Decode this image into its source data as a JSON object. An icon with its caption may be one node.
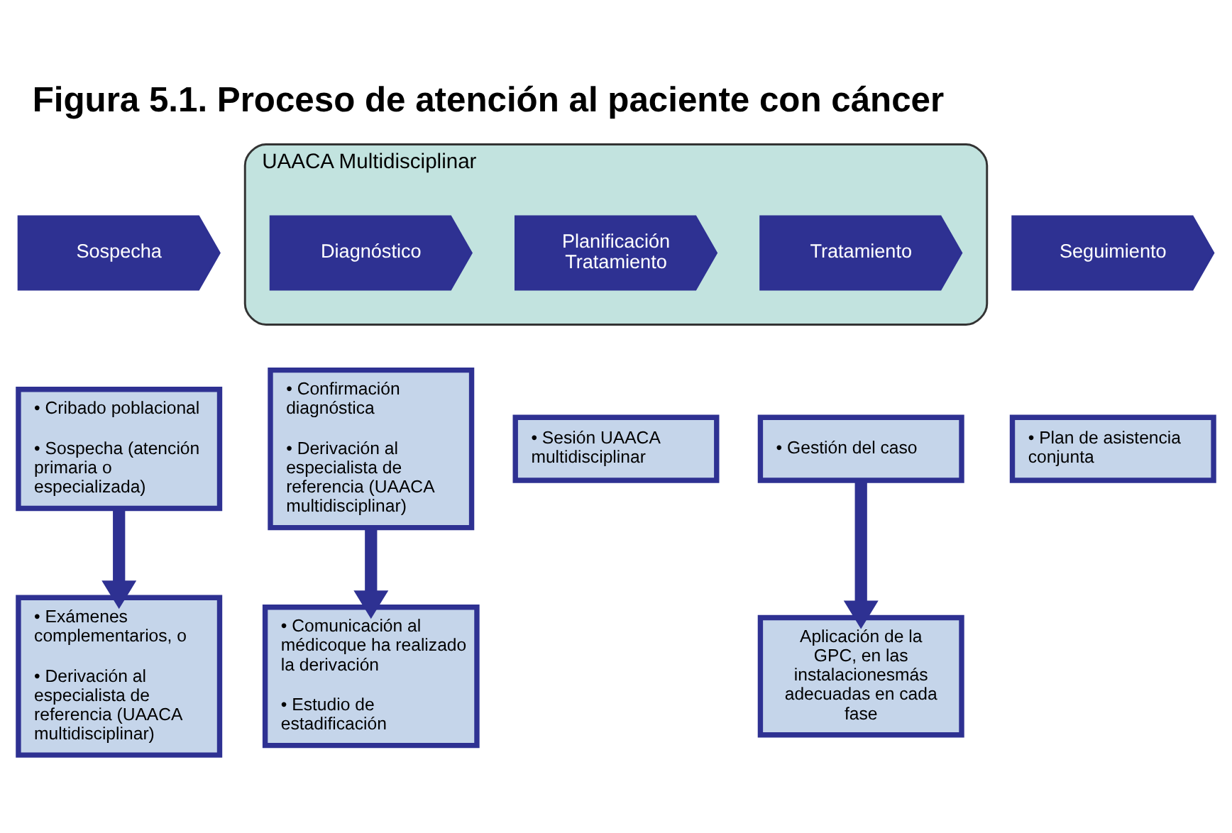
{
  "diagram": {
    "title": "Figura 5.1. Proceso de atención al paciente con cáncer",
    "nodes": [
      {
        "text": [
          "UAACA Multidisciplinar"
        ]
      },
      {
        "text": [
          "Sospecha"
        ]
      },
      {
        "text": [
          "Diagnóstico"
        ],
        "in": 0
      },
      {
        "text": [
          "Planificación Tratamiento"
        ],
        "in": 0
      },
      {
        "text": [
          "Tratamiento"
        ],
        "in": 0
      },
      {
        "text": [
          "Seguimiento"
        ]
      },
      {
        "text": [
          "• Cribado poblacional",
          "• Sospecha (atención primaria o especializada)"
        ]
      },
      {
        "text": [
          "• Confirmación diagnóstica",
          "• Derivación al especialista de referencia (UAACA multidisciplinar)"
        ]
      },
      {
        "text": [
          "• Sesión UAACA multidisciplinar"
        ]
      },
      {
        "text": [
          "• Gestión del caso"
        ]
      },
      {
        "text": [
          "• Plan de asistencia conjunta"
        ]
      },
      {
        "text": [
          "• Exámenes complementarios, o",
          "• Derivación al especialista de referencia (UAACA multidisciplinar)"
        ]
      },
      {
        "text": [
          "• Comunicación al médicoque ha realizado la derivación",
          "• Estudio de estadificación"
        ]
      },
      {
        "text": [
          "Aplicación de la GPC, en las instalacionesmás adecuadas en cada fase"
        ]
      }
    ],
    "edges": [
      {
        "from": 6,
        "to": 11,
        "arrow": "to"
      },
      {
        "from": 7,
        "to": 12,
        "arrow": "to"
      },
      {
        "from": 9,
        "to": 13,
        "arrow": "to"
      }
    ]
  }
}
